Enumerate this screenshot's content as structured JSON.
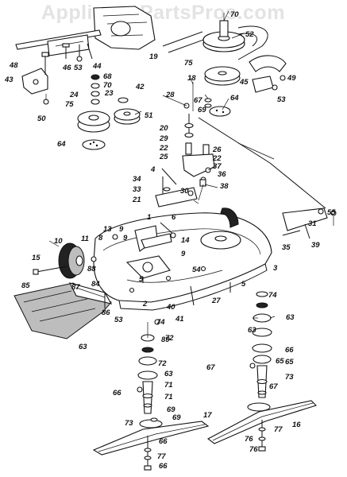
{
  "watermark": "AppliancePartsPros.com",
  "labels": [
    "70",
    "52",
    "19",
    "48",
    "53",
    "44",
    "43",
    "46",
    "75",
    "45",
    "49",
    "68",
    "70",
    "42",
    "23",
    "50",
    "18",
    "67",
    "53",
    "24",
    "28",
    "69",
    "64",
    "75",
    "51",
    "20",
    "29",
    "64",
    "22",
    "26",
    "25",
    "22",
    "37",
    "4",
    "36",
    "34",
    "33",
    "30",
    "38",
    "21",
    "55",
    "31",
    "6",
    "13",
    "1",
    "8",
    "9",
    "9",
    "14",
    "9",
    "10",
    "11",
    "35",
    "39",
    "15",
    "88",
    "3",
    "87",
    "54",
    "84",
    "5",
    "85",
    "2",
    "40",
    "5",
    "27",
    "86",
    "53",
    "41",
    "74",
    "74",
    "63",
    "89",
    "63",
    "72",
    "72",
    "63",
    "66",
    "63",
    "65",
    "71",
    "65",
    "66",
    "71",
    "67",
    "73",
    "69",
    "67",
    "69",
    "17",
    "66",
    "16",
    "77",
    "76",
    "77",
    "66",
    "76",
    "73"
  ],
  "colors": {
    "ink": "#111111",
    "watermark": "#e3e3e3",
    "background": "#ffffff"
  }
}
